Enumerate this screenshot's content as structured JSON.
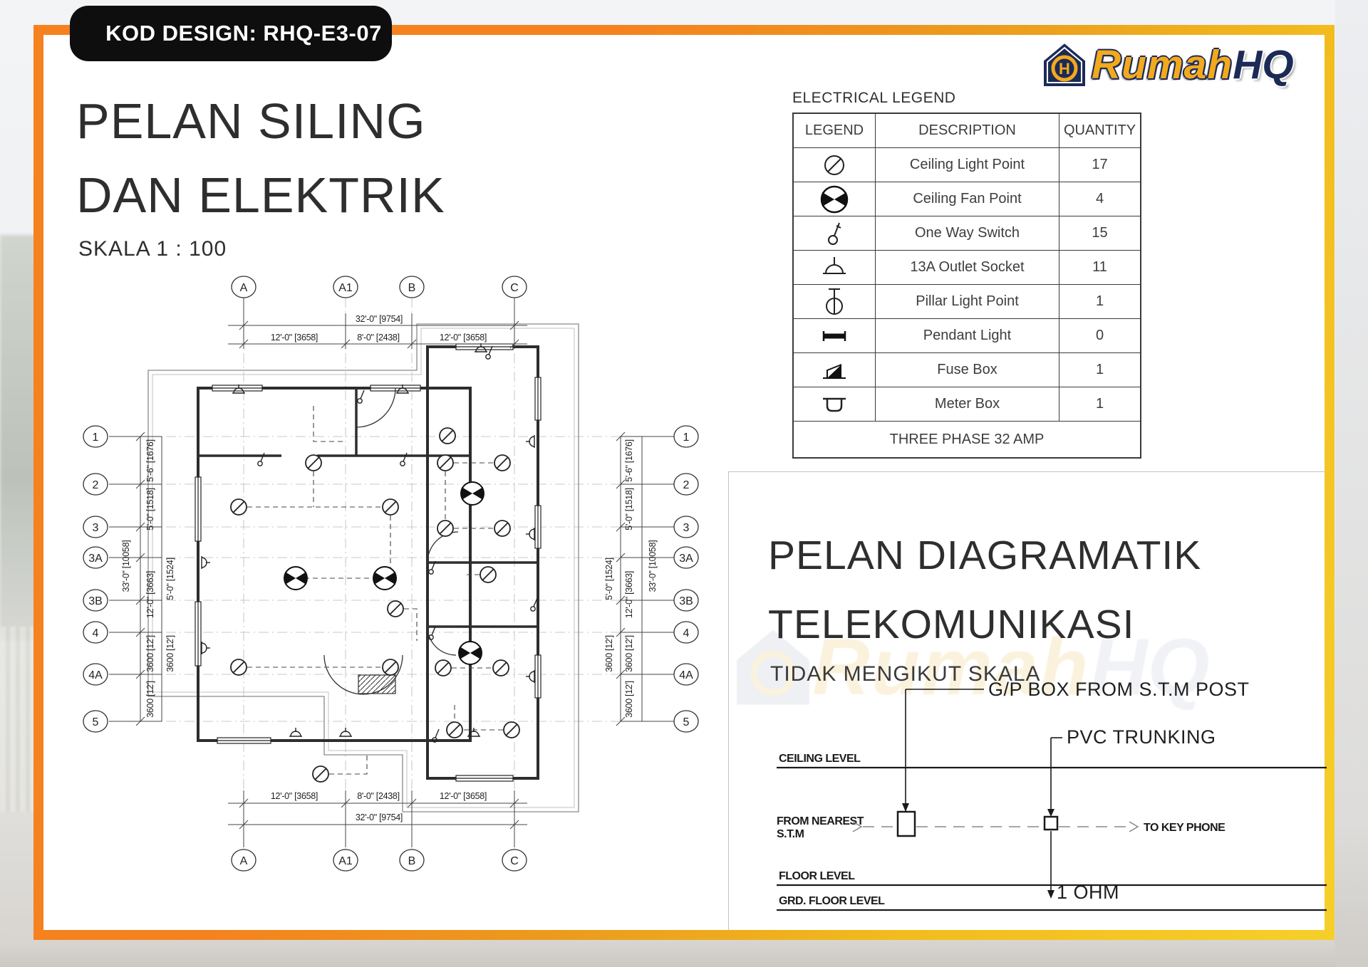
{
  "page": {
    "badge": "KOD DESIGN: RHQ-E3-07",
    "title_line1": "PELAN SILING",
    "title_line2": "DAN ELEKTRIK",
    "scale_label": "SKALA 1 : 100"
  },
  "logo": {
    "rumah": "Rumah",
    "hq": "HQ"
  },
  "colors": {
    "accent_orange": "#f5821f",
    "accent_gold": "#f6cf2a",
    "brand_navy": "#1c2a56",
    "brand_gold": "#f3a91c"
  },
  "legend": {
    "caption": "ELECTRICAL LEGEND",
    "headers": [
      "LEGEND",
      "DESCRIPTION",
      "QUANTITY"
    ],
    "rows": [
      {
        "symbol": "ceiling-light",
        "description": "Ceiling Light Point",
        "quantity": "17"
      },
      {
        "symbol": "ceiling-fan",
        "description": "Ceiling Fan Point",
        "quantity": "4"
      },
      {
        "symbol": "one-way-switch",
        "description": "One Way Switch",
        "quantity": "15"
      },
      {
        "symbol": "outlet-socket",
        "description": "13A Outlet Socket",
        "quantity": "11"
      },
      {
        "symbol": "pillar-light",
        "description": "Pillar Light Point",
        "quantity": "1"
      },
      {
        "symbol": "pendant-light",
        "description": "Pendant Light",
        "quantity": "0"
      },
      {
        "symbol": "fuse-box",
        "description": "Fuse Box",
        "quantity": "1"
      },
      {
        "symbol": "meter-box",
        "description": "Meter Box",
        "quantity": "1"
      }
    ],
    "footer": "THREE PHASE 32 AMP"
  },
  "plan": {
    "grid_cols": [
      "A",
      "A1",
      "B",
      "C"
    ],
    "grid_rows": [
      "1",
      "2",
      "3",
      "3A",
      "3B",
      "4",
      "4A",
      "5"
    ],
    "dim_overall_h": "32'-0\" [9754]",
    "dim_segments_h": [
      "12'-0\" [3658]",
      "8'-0\" [2438]",
      "12'-0\" [3658]"
    ],
    "dim_left": [
      "5'-6\" [1676]",
      "5'-0\" [1518]",
      "12'-0\" [3663]",
      "5'-0\" [1524]",
      "33'-0\" [10058]",
      "3600 [12']",
      "3600 [12']",
      "3600 [12']"
    ]
  },
  "telecom": {
    "title_line1": "PELAN DIAGRAMATIK",
    "title_line2": "TELEKOMUNIKASI",
    "subtitle": "TIDAK MENGIKUT SKALA",
    "gp_box_label": "G/P BOX FROM  S.T.M  POST",
    "pvc_label": "PVC TRUNKING",
    "ceiling_level": "CEILING LEVEL",
    "from_nearest_1": "FROM NEAREST",
    "from_nearest_2": "S.T.M",
    "to_key_phone": "TO KEY PHONE",
    "ohm_label": "1 OHM",
    "floor_level": "FLOOR LEVEL",
    "grd_floor_level": "GRD. FLOOR LEVEL"
  }
}
